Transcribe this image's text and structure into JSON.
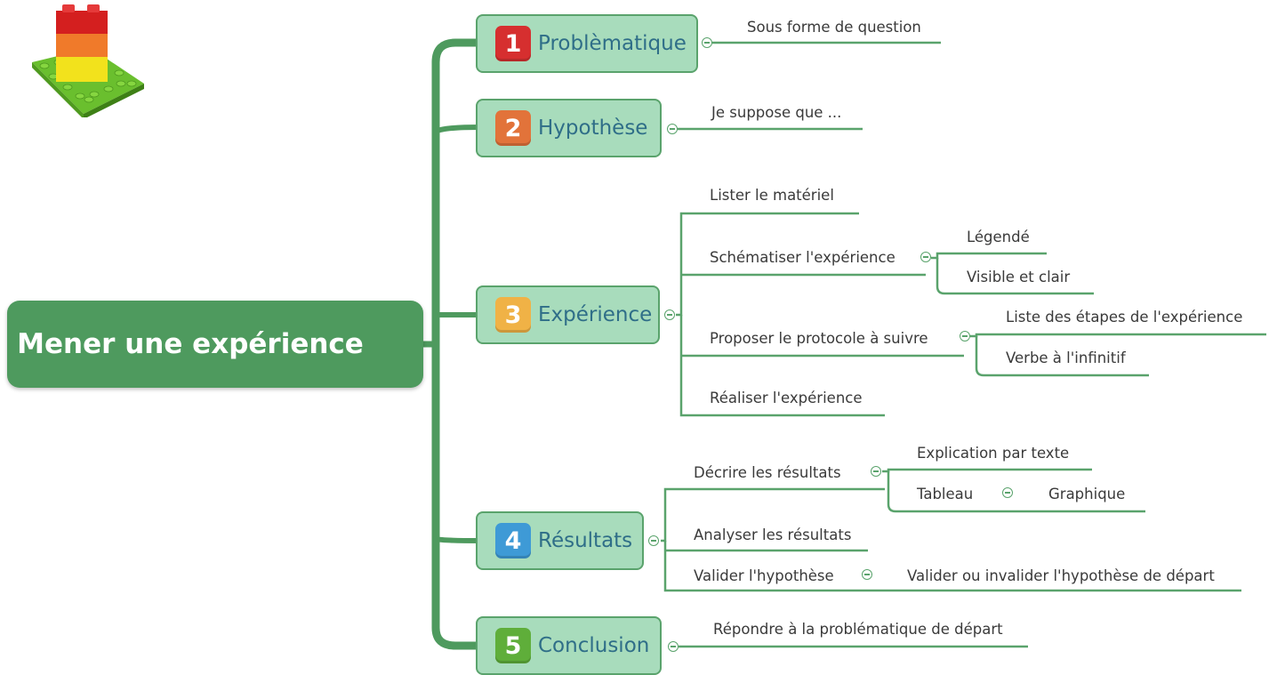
{
  "root": {
    "label": "Mener une expérience"
  },
  "colors": {
    "trunk": "#4e9a5e",
    "branch_fill": "#a8dcbc",
    "branch_border": "#5aa36c",
    "branch_text": "#2f6e88",
    "badge_1": "#d62f2f",
    "badge_2": "#e2733a",
    "badge_3": "#f0b246",
    "badge_4": "#3e9ad6",
    "badge_5": "#5fae3a"
  },
  "branches": [
    {
      "number": "1",
      "label": "Problèmatique",
      "children": [
        "Sous forme de question"
      ]
    },
    {
      "number": "2",
      "label": "Hypothèse",
      "children": [
        "Je suppose que ..."
      ]
    },
    {
      "number": "3",
      "label": "Expérience",
      "children": [
        {
          "label": "Lister le matériel"
        },
        {
          "label": "Schématiser l'expérience",
          "children": [
            "Légendé",
            "Visible et clair"
          ]
        },
        {
          "label": "Proposer le protocole à suivre",
          "children": [
            "Liste des étapes de l'expérience",
            "Verbe à l'infinitif"
          ]
        },
        {
          "label": "Réaliser l'expérience"
        }
      ]
    },
    {
      "number": "4",
      "label": "Résultats",
      "children": [
        {
          "label": "Décrire les résultats",
          "children": [
            {
              "label": "Explication par texte"
            },
            {
              "label": "Tableau",
              "children": [
                "Graphique"
              ]
            }
          ]
        },
        {
          "label": "Analyser les résultats"
        },
        {
          "label": "Valider l'hypothèse",
          "children": [
            "Valider ou invalider l'hypothèse de départ"
          ]
        }
      ]
    },
    {
      "number": "5",
      "label": "Conclusion",
      "children": [
        "Répondre à la problématique de départ"
      ]
    }
  ]
}
